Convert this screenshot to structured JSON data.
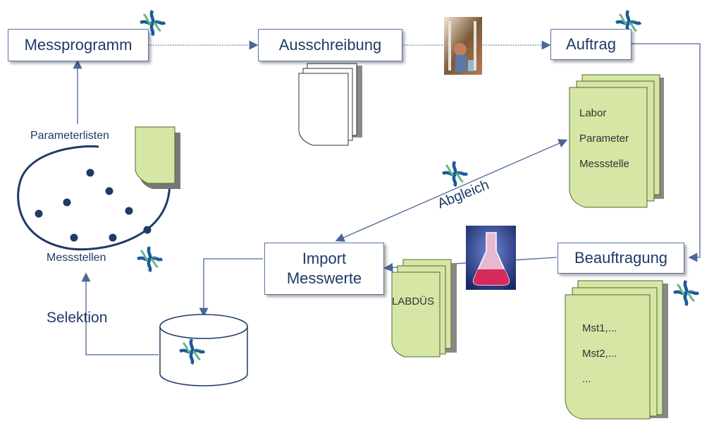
{
  "nodes": {
    "messprogramm": "Messprogramm",
    "ausschreibung": "Ausschreibung",
    "auftrag": "Auftrag",
    "beauftragung": "Beauftragung",
    "import_line1": "Import",
    "import_line2": "Messwerte"
  },
  "labels": {
    "parameterlisten": "Parameterlisten",
    "messstellen": "Messstellen",
    "selektion": "Selektion",
    "abgleich": "Abgleich",
    "labdus": "LABDÜS"
  },
  "auftrag_doc": [
    "Labor",
    "Parameter",
    "Messstelle"
  ],
  "beauftragung_doc": [
    "Mst1,...",
    "Mst2,...",
    "..."
  ],
  "logo": "watertrans",
  "colors": {
    "box_border": "#5a76a8",
    "text": "#1f3a66",
    "arrow": "#4a6796",
    "doc_green": "#d5e6a5",
    "logo_blue": "#1a5a9a",
    "logo_green": "#67b38a"
  }
}
